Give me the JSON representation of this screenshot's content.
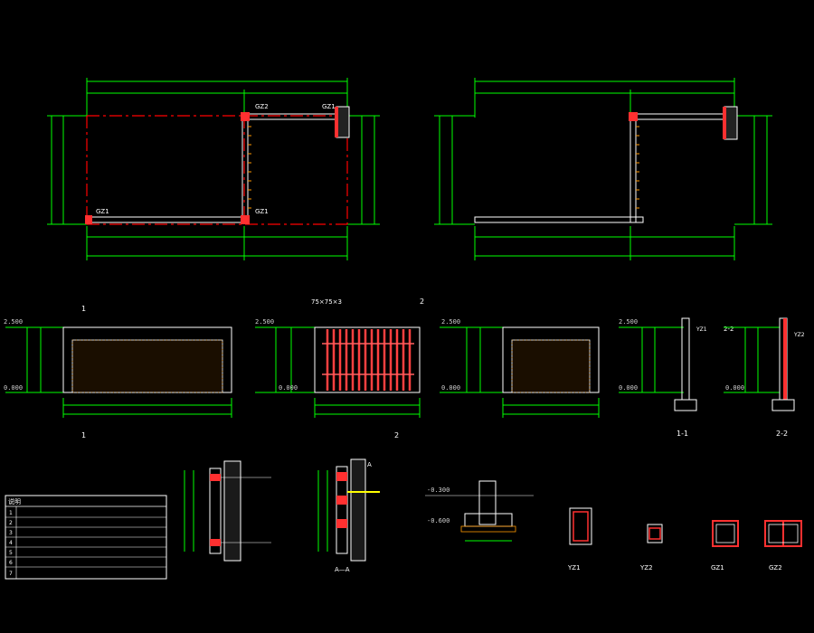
{
  "colors": {
    "background": "#000000",
    "dimension": "#00ff00",
    "axis": "#ff0000",
    "wall": "#ff3030",
    "outline": "#ffffff",
    "hatch": "#ff9900",
    "text": "#ffffff"
  },
  "plans": {
    "tags": [
      "GZ2",
      "GZ1",
      "GZ1",
      "GZ1"
    ]
  },
  "elevations": {
    "level_top": "2.500",
    "level_zero": "0.000",
    "level_grille": "2.500",
    "markers": [
      "1",
      "1",
      "2",
      "2"
    ],
    "grille_tag": "75×75×3",
    "sections": [
      "1-1",
      "2-2"
    ],
    "section_tags": [
      "YZ1",
      "YZ2"
    ],
    "section_left_tag": "2-2"
  },
  "details": {
    "detail_marker": "A",
    "detail_a_title": "A—A",
    "foundation_levels": [
      "-0.300",
      "-0.600"
    ],
    "piece_labels": [
      "YZ1",
      "YZ2",
      "GZ1",
      "GZ2"
    ],
    "notes_title": "说明",
    "note_numbers": [
      "1",
      "2",
      "3",
      "4",
      "5",
      "6",
      "7"
    ]
  }
}
